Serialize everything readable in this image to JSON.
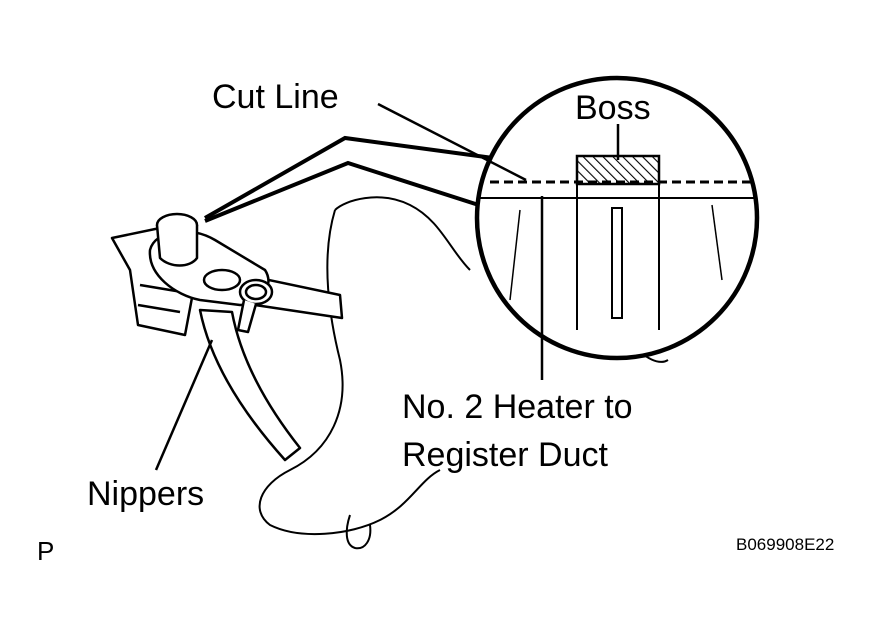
{
  "labels": {
    "cut_line": "Cut Line",
    "boss": "Boss",
    "duct_line1": "No. 2 Heater to",
    "duct_line2": "Register Duct",
    "nippers": "Nippers",
    "corner_mark": "P",
    "figure_code": "B069908E22"
  },
  "colors": {
    "line": "#000000",
    "background": "#ffffff"
  }
}
